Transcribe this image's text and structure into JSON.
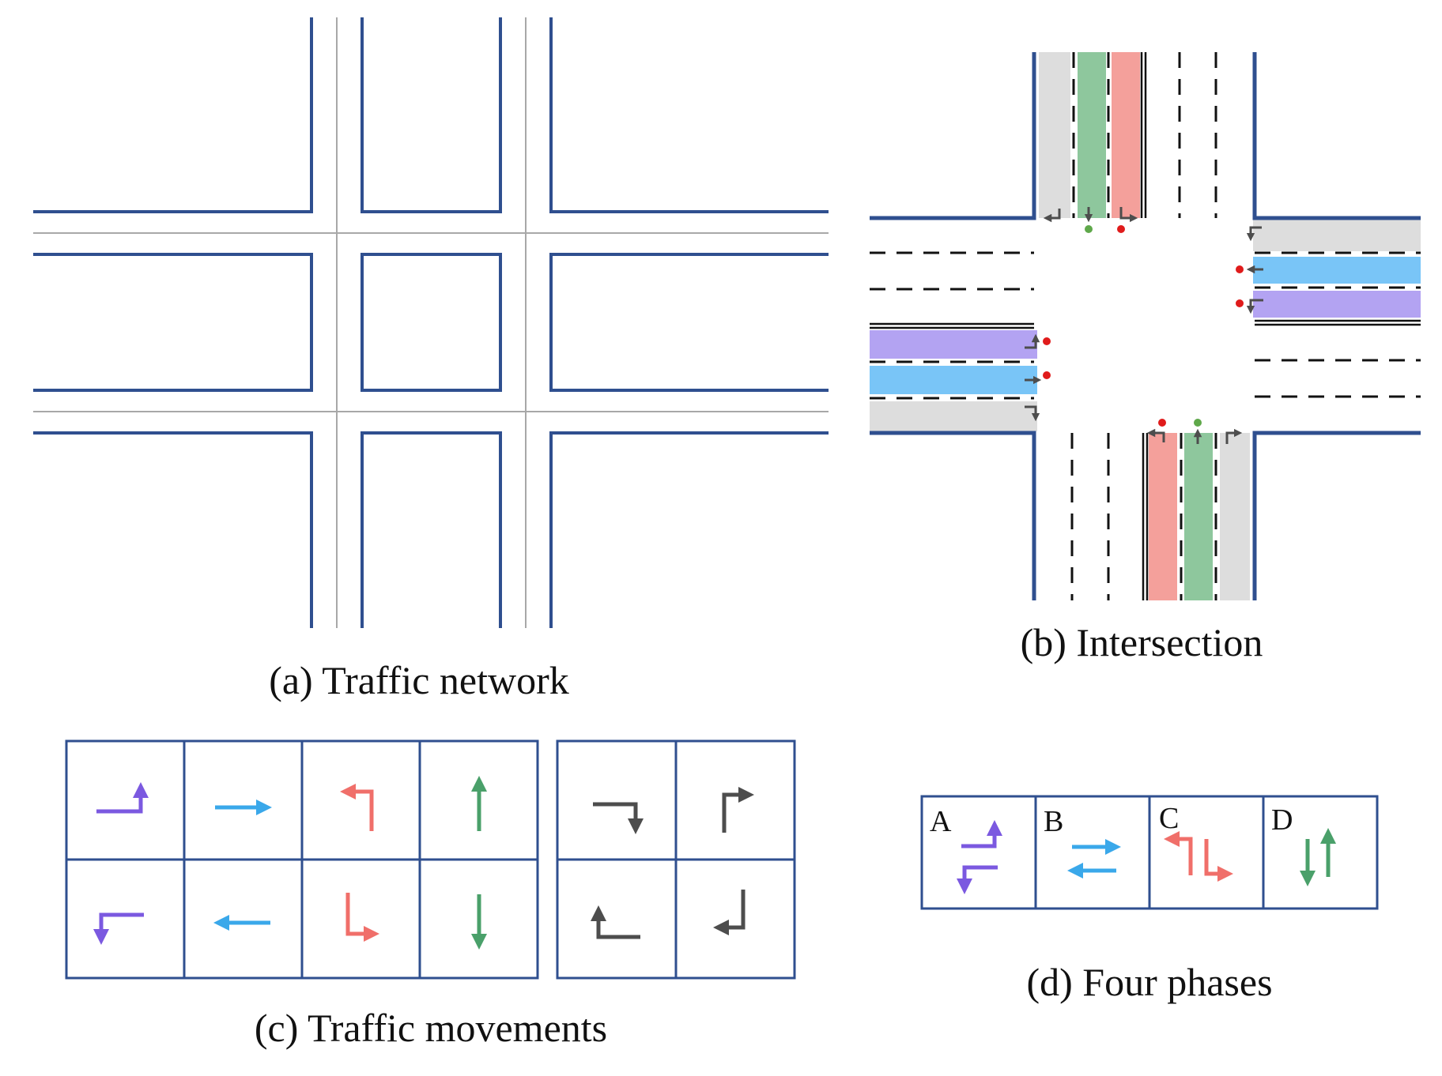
{
  "captions": {
    "a": "(a) Traffic network",
    "b": "(b) Intersection",
    "c": "(c) Traffic movements",
    "d": "(d) Four phases"
  },
  "phases": [
    {
      "label": "A",
      "movements": [
        "left-turn-eastbound",
        "left-turn-westbound"
      ]
    },
    {
      "label": "B",
      "movements": [
        "through-eastbound",
        "through-westbound"
      ]
    },
    {
      "label": "C",
      "movements": [
        "left-turn-southbound",
        "left-turn-northbound"
      ]
    },
    {
      "label": "D",
      "movements": [
        "through-southbound",
        "through-northbound"
      ]
    }
  ],
  "movements": [
    {
      "name": "left-turn-eastbound-icon",
      "color": "#7b59e0"
    },
    {
      "name": "through-eastbound-icon",
      "color": "#3aa8ea"
    },
    {
      "name": "left-turn-southbound-icon",
      "color": "#f06f6a"
    },
    {
      "name": "through-northbound-icon",
      "color": "#4aa06a"
    },
    {
      "name": "left-turn-westbound-icon",
      "color": "#7b59e0"
    },
    {
      "name": "through-westbound-icon",
      "color": "#3aa8ea"
    },
    {
      "name": "left-turn-northbound-icon",
      "color": "#f06f6a"
    },
    {
      "name": "through-southbound-icon",
      "color": "#4aa06a"
    },
    {
      "name": "right-turn-southbound-icon",
      "color": "#4d4d4d"
    },
    {
      "name": "right-turn-eastbound-icon",
      "color": "#4d4d4d"
    },
    {
      "name": "right-turn-westbound-icon",
      "color": "#4d4d4d"
    },
    {
      "name": "right-turn-northbound-icon",
      "color": "#4d4d4d"
    }
  ],
  "colors": {
    "road_edge": "#2f4f8f",
    "lane_center": "#a8a8a8",
    "lane_left": "#b3a3f2",
    "lane_through": "#79c5f7",
    "lane_left_ns": "#f4a09b",
    "lane_through_ns": "#8ec79d",
    "lane_right": "#dddddd",
    "signal_red": "#e01b1b",
    "signal_green": "#5fa84a",
    "arrow_dark": "#4d4d4d"
  }
}
